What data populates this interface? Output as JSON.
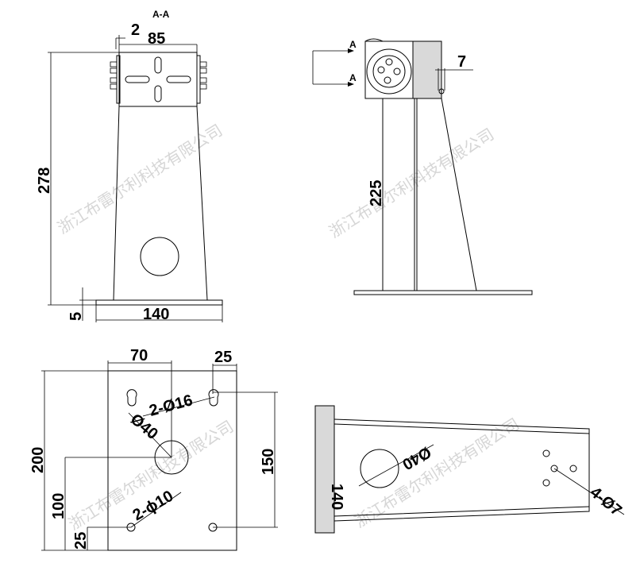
{
  "watermark": "浙江布雷尔利科技有限公司",
  "section_label": "A-A",
  "section_arrow_label": "A",
  "front_view": {
    "dim_gap": "2",
    "dim_top_width": "85",
    "dim_height": "278",
    "dim_base_thickness": "5",
    "dim_base_width": "140"
  },
  "side_view": {
    "dim_offset": "7",
    "dim_height": "225"
  },
  "plate_view": {
    "dim_70": "70",
    "dim_25_top": "25",
    "dim_200": "200",
    "dim_150": "150",
    "dim_100": "100",
    "dim_25_bottom": "25",
    "note_slots": "2-Ø16",
    "note_center_hole": "Ø40",
    "note_holes": "2-ϕ10"
  },
  "bottom_view": {
    "dim_140": "140",
    "note_hole": "Ø40",
    "note_small_holes": "4-Ø7"
  }
}
